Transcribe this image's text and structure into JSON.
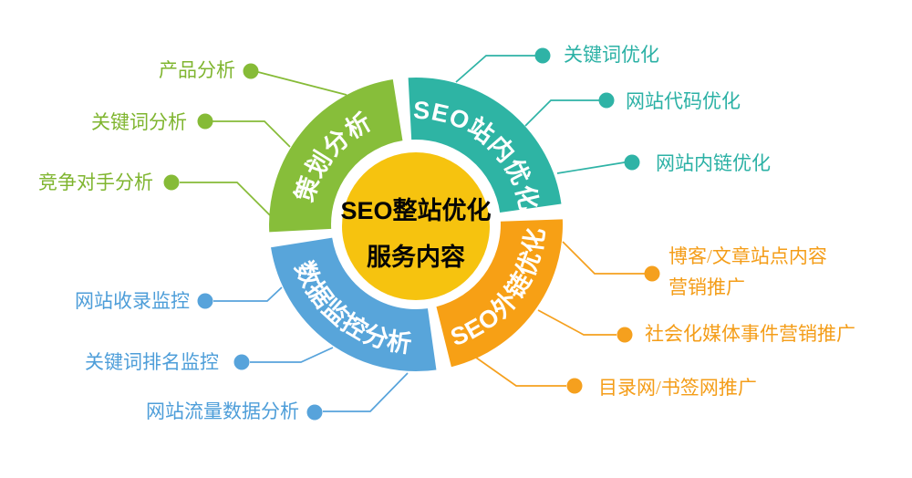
{
  "diagram_title": {
    "line1": "SEO整站优化",
    "line2": "服务内容"
  },
  "center_color": "#F6C30F",
  "segments": [
    {
      "name": "策划分析",
      "color": "#87BE3A",
      "items": [
        "产品分析",
        "关键词分析",
        "竞争对手分析"
      ]
    },
    {
      "name": "SEO站内优化",
      "color": "#2EB4A4",
      "items": [
        "关键词优化",
        "网站代码优化",
        "网站内链优化"
      ]
    },
    {
      "name": "数据监控分析",
      "color": "#58A5DA",
      "items": [
        "网站收录监控",
        "关键词排名监控",
        "网站流量数据分析"
      ]
    },
    {
      "name": "SEO外链优化",
      "color": "#F7A015",
      "items": [
        "博客/文章站点内容营销推广",
        "社会化媒体事件营销推广",
        "目录网/书签网推广"
      ]
    }
  ]
}
